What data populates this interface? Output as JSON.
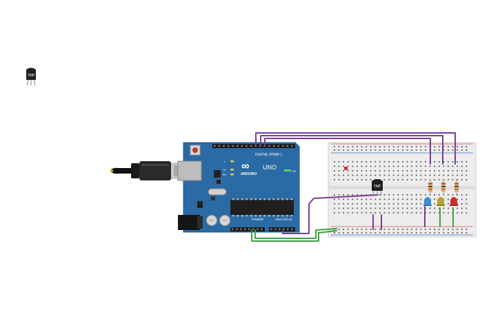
{
  "canvas": {
    "background": "#ffffff"
  },
  "palette_component": {
    "label": "TMP",
    "icon": "temperature-sensor-icon"
  },
  "arduino": {
    "brand": "ARDUINO",
    "model": "UNO",
    "infinity_logo": "∞",
    "header_digital": "DIGITAL (PWM~)",
    "header_power": "POWER",
    "header_analog": "ANALOG IN",
    "label_on": "ON",
    "label_l": "L",
    "label_tx": "TX",
    "label_rx": "RX",
    "board_color": "#2a6ba5",
    "reset_button_color": "#c0392b",
    "icon_usb": "usb-cable-icon",
    "icon_power_jack": "power-jack-icon"
  },
  "breadboard": {
    "color": "#ececec",
    "rail_red": "#d9534f",
    "rail_blue": "#3b6fb6"
  },
  "sensor": {
    "label": "TMP",
    "icon": "temperature-sensor-icon"
  },
  "leds": [
    {
      "color_name": "blue",
      "color": "#3a8fd6",
      "icon": "led-icon"
    },
    {
      "color_name": "yellow",
      "color": "#b5a22a",
      "icon": "led-icon"
    },
    {
      "color_name": "red",
      "color": "#cc2f2f",
      "icon": "led-icon"
    }
  ],
  "resistors": [
    {
      "icon": "resistor-icon"
    },
    {
      "icon": "resistor-icon"
    },
    {
      "icon": "resistor-icon"
    }
  ],
  "wires": {
    "purple": "#7b3a95",
    "green": "#3ea040"
  }
}
